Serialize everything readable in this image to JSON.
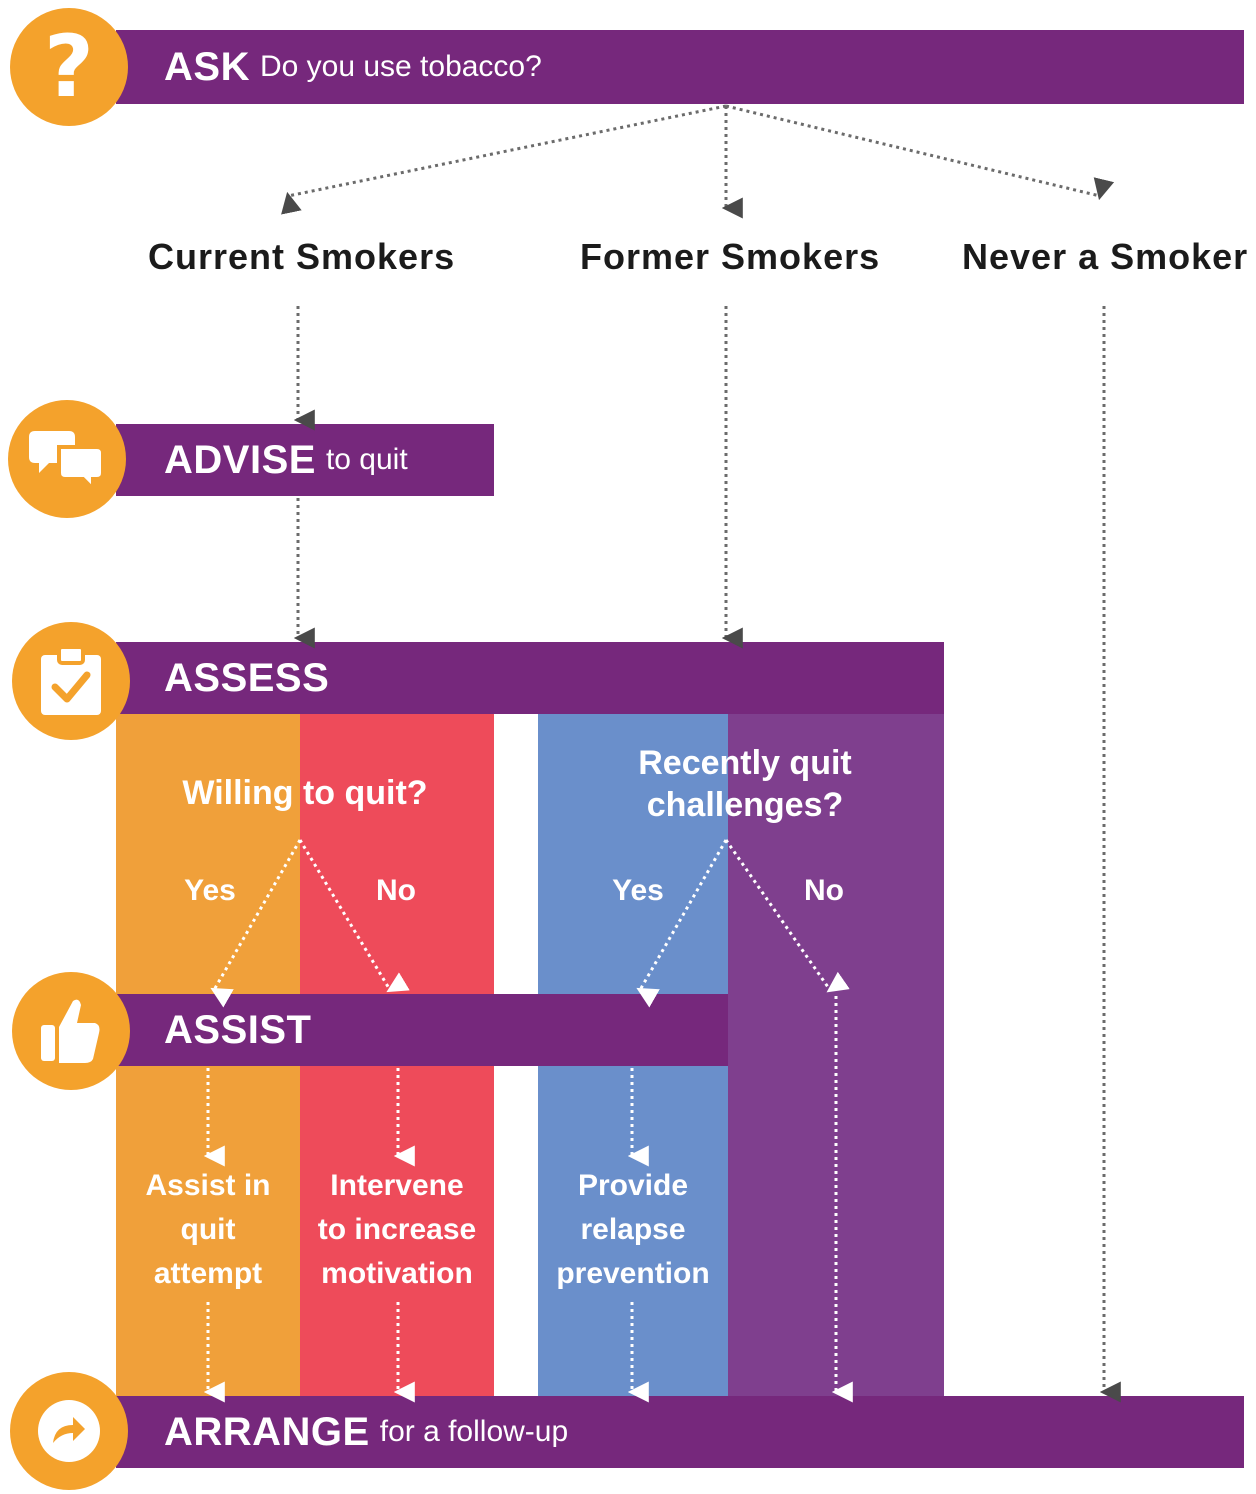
{
  "ask": {
    "keyword": "ASK",
    "text": "Do you use tobacco?"
  },
  "categories": {
    "current": "Current Smokers",
    "former": "Former Smokers",
    "never": "Never a Smoker"
  },
  "advise": {
    "keyword": "ADVISE",
    "text": "to quit"
  },
  "assess": {
    "keyword": "ASSESS",
    "current_question": "Willing to quit?",
    "former_question_line1": "Recently quit",
    "former_question_line2": "challenges?",
    "yes": "Yes",
    "no": "No"
  },
  "assist": {
    "keyword": "ASSIST"
  },
  "actions": {
    "assist_quit": [
      "Assist in",
      "quit",
      "attempt"
    ],
    "intervene": [
      "Intervene",
      "to increase",
      "motivation"
    ],
    "relapse": [
      "Provide",
      "relapse",
      "prevention"
    ]
  },
  "arrange": {
    "keyword": "ARRANGE",
    "text": "for a follow-up"
  },
  "icons": [
    "question-icon",
    "speech-bubbles-icon",
    "clipboard-check-icon",
    "thumbs-up-icon",
    "share-arrow-icon"
  ],
  "colors": {
    "purple": "#76287C",
    "orange": "#F0A03A",
    "red": "#EE4B5A",
    "blue": "#6A8FCB",
    "violet": "#7F3F8E",
    "icon_orange": "#F4A22C"
  }
}
